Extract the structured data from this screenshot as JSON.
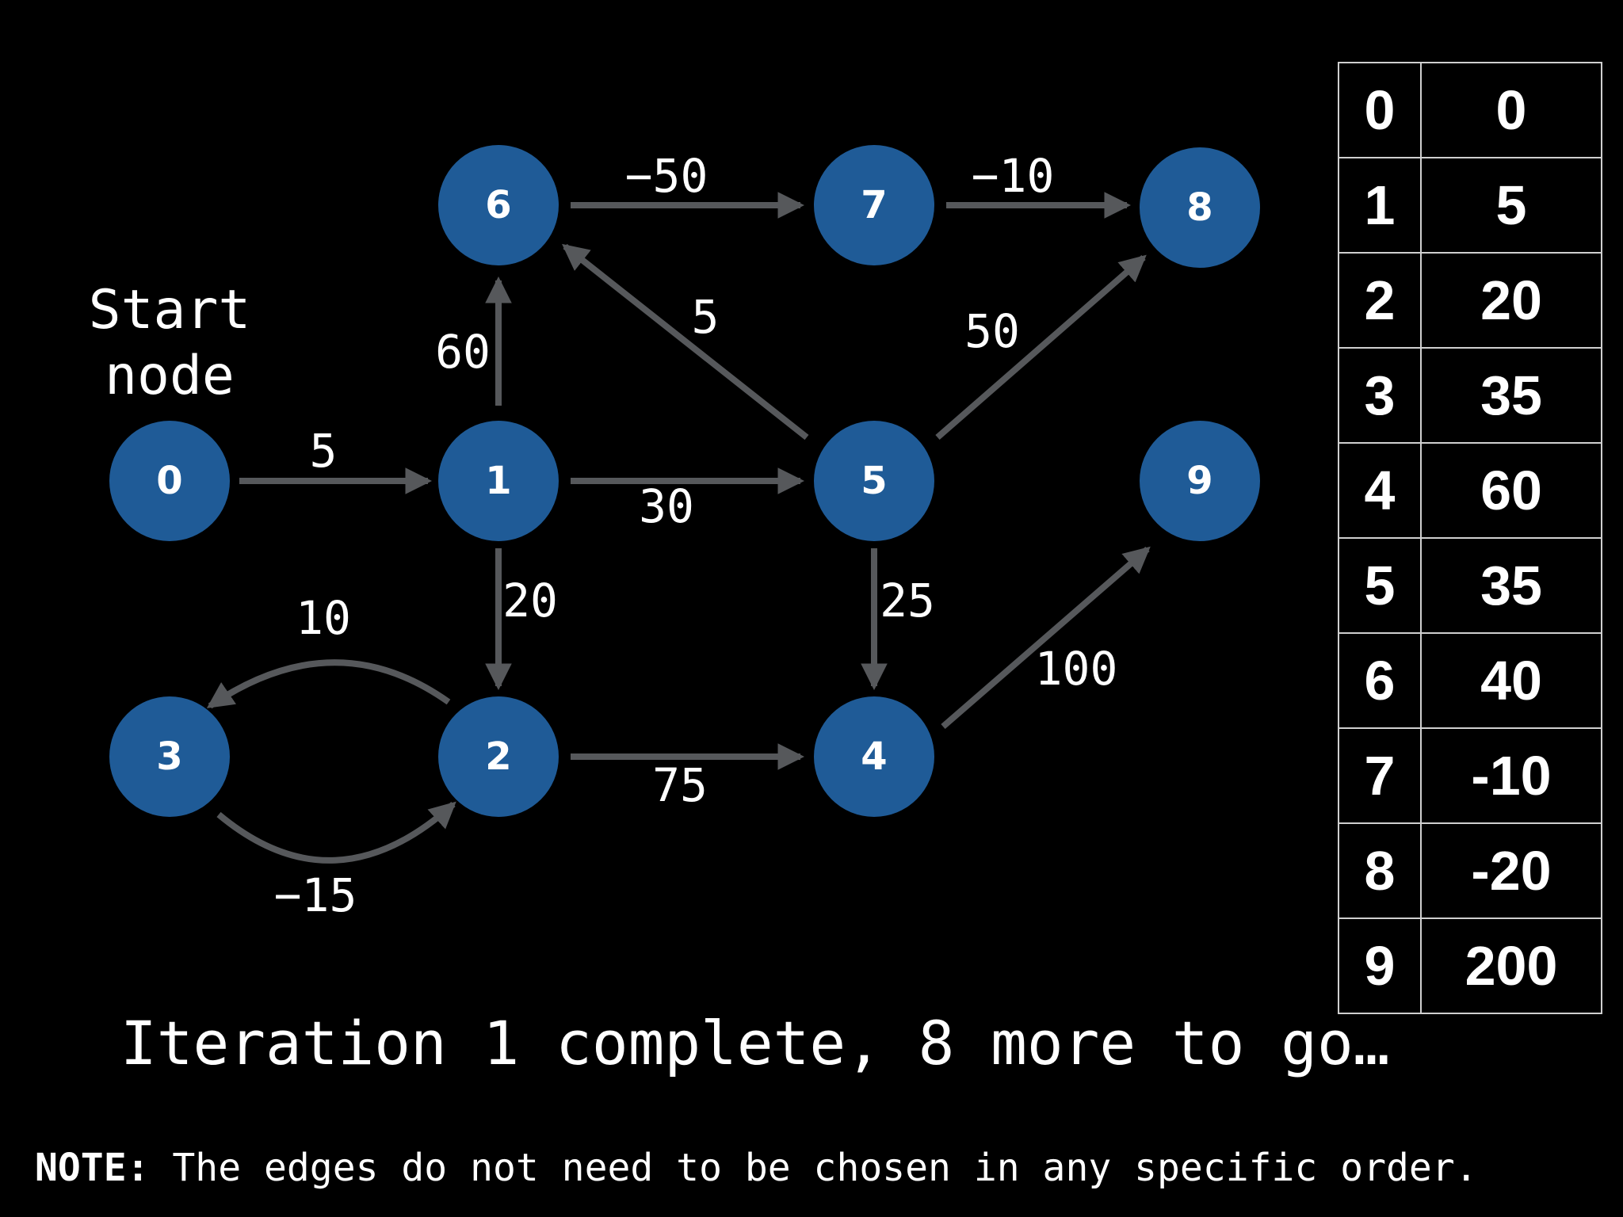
{
  "start_label": [
    "Start",
    "node"
  ],
  "nodes": [
    "0",
    "1",
    "2",
    "3",
    "4",
    "5",
    "6",
    "7",
    "8",
    "9"
  ],
  "edges": [
    {
      "from": "0",
      "to": "1",
      "weight": "5"
    },
    {
      "from": "1",
      "to": "6",
      "weight": "60"
    },
    {
      "from": "1",
      "to": "5",
      "weight": "30"
    },
    {
      "from": "1",
      "to": "2",
      "weight": "20"
    },
    {
      "from": "6",
      "to": "7",
      "weight": "−50"
    },
    {
      "from": "7",
      "to": "8",
      "weight": "−10"
    },
    {
      "from": "5",
      "to": "6",
      "weight": "5"
    },
    {
      "from": "5",
      "to": "8",
      "weight": "50"
    },
    {
      "from": "5",
      "to": "4",
      "weight": "25"
    },
    {
      "from": "2",
      "to": "3",
      "weight": "10"
    },
    {
      "from": "3",
      "to": "2",
      "weight": "−15"
    },
    {
      "from": "2",
      "to": "4",
      "weight": "75"
    },
    {
      "from": "4",
      "to": "9",
      "weight": "100"
    }
  ],
  "distance_table": [
    {
      "node": "0",
      "dist": "0"
    },
    {
      "node": "1",
      "dist": "5"
    },
    {
      "node": "2",
      "dist": "20"
    },
    {
      "node": "3",
      "dist": "35"
    },
    {
      "node": "4",
      "dist": "60"
    },
    {
      "node": "5",
      "dist": "35"
    },
    {
      "node": "6",
      "dist": "40"
    },
    {
      "node": "7",
      "dist": "-10"
    },
    {
      "node": "8",
      "dist": "-20"
    },
    {
      "node": "9",
      "dist": "200"
    }
  ],
  "caption": "Iteration 1 complete, 8 more to go…",
  "note": {
    "label": "NOTE:",
    "text": " The edges do not need to be chosen in any specific order."
  },
  "colors": {
    "node_fill": "#1f5b97",
    "edge": "#56585b",
    "background": "#000000",
    "text": "#ffffff"
  }
}
